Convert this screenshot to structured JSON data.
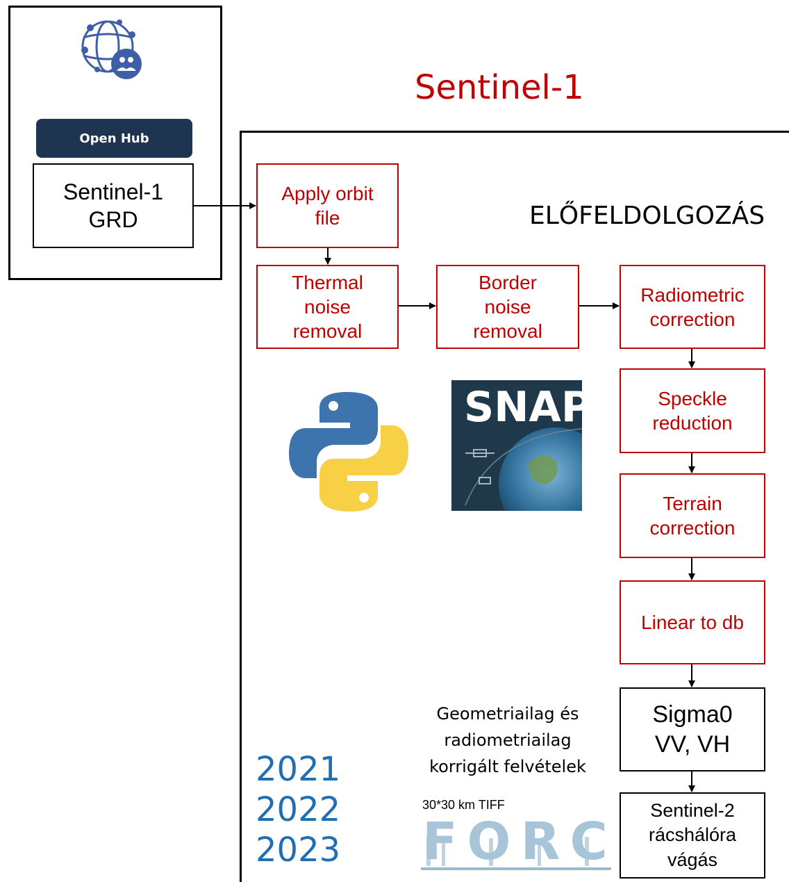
{
  "title": "Sentinel-1",
  "source": {
    "hub_button": "Open Hub",
    "product": "Sentinel-1\nGRD"
  },
  "section_heading": "ELŐFELDOLGOZÁS",
  "steps": {
    "apply_orbit": "Apply orbit\nfile",
    "thermal_noise": "Thermal\nnoise\nremoval",
    "border_noise": "Border\nnoise\nremoval",
    "radiometric": "Radiometric\ncorrection",
    "speckle": "Speckle\nreduction",
    "terrain": "Terrain\ncorrection",
    "linear_db": "Linear to db"
  },
  "outputs": {
    "sigma0": "Sigma0\nVV, VH",
    "sentinel2_grid": "Sentinel-2\nrácshálóra\nvágás"
  },
  "caption": "Geometriailag és\nradiometriailag\nkorrigált felvételek",
  "force_note": "30*30 km TIFF",
  "force_logo": "FORCE",
  "snap_logo": "SNAP",
  "years": "2021\n2022\n2023",
  "icons": {
    "hub": "globe-network-users-icon",
    "python": "python-logo-icon",
    "snap": "snap-logo-icon",
    "force": "force-logo-icon"
  },
  "colors": {
    "step_red": "#c00000",
    "year_blue": "#1f6fb3",
    "hub_blue": "#1f3450"
  }
}
